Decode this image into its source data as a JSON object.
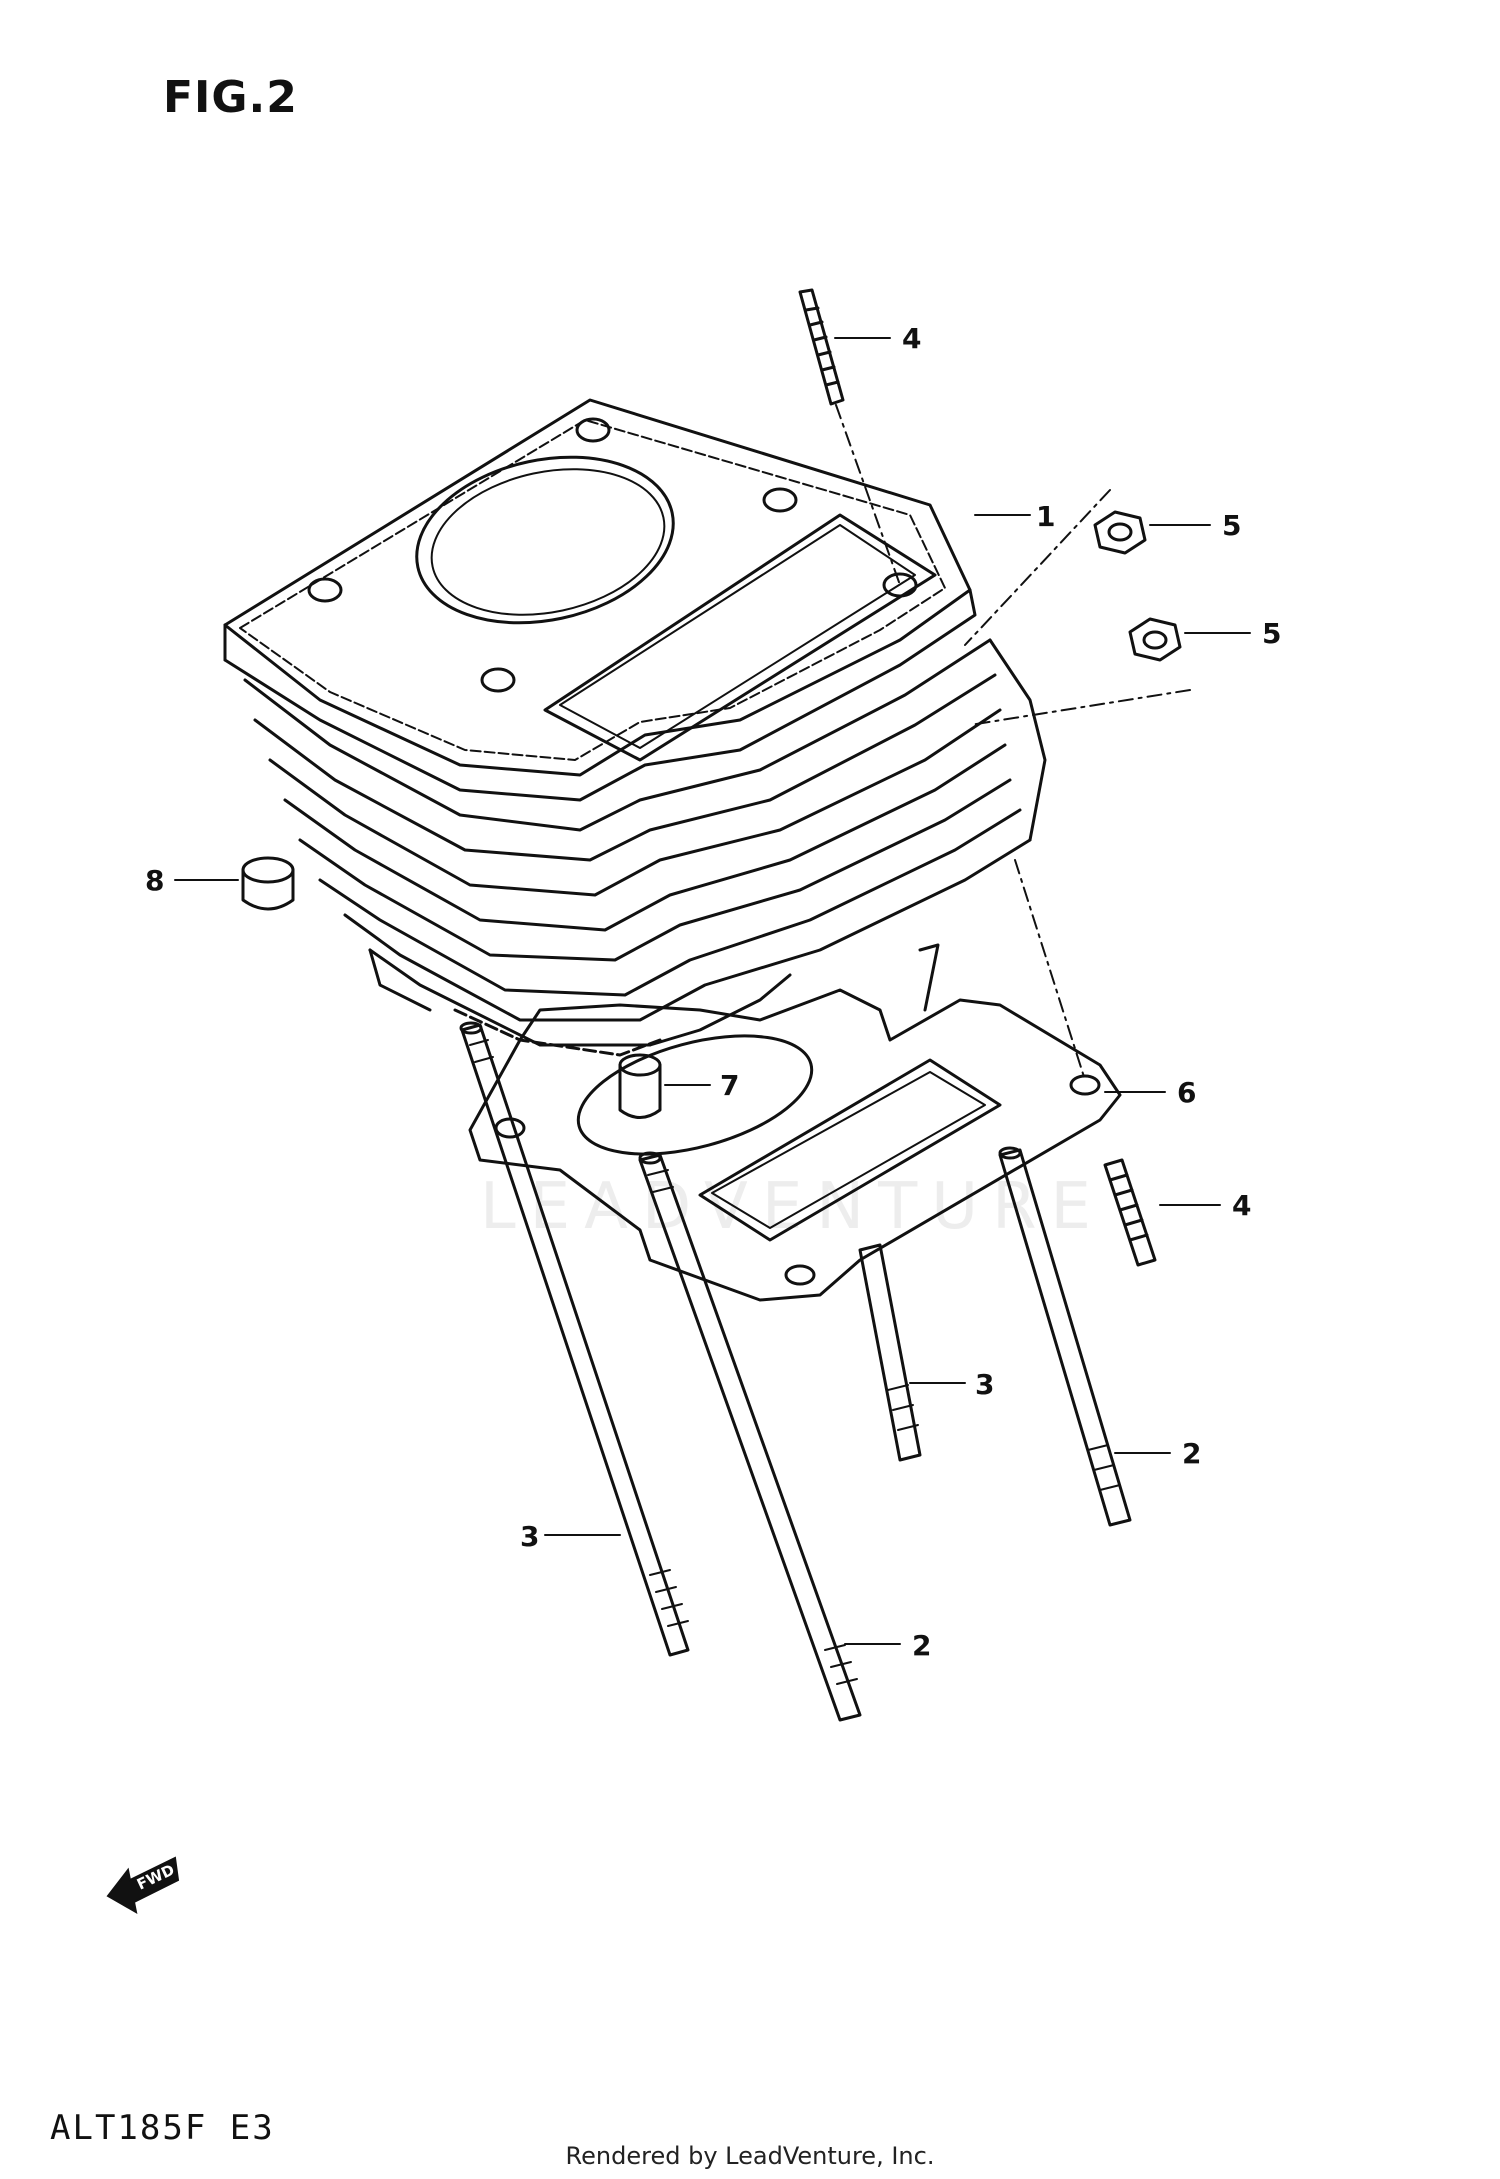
{
  "figure": {
    "title": "FIG.2"
  },
  "watermark": "LEADVENTURE",
  "fwd_label": "FWD",
  "model_code": "ALT185F E3",
  "footer": "Rendered by LeadVenture, Inc.",
  "callouts": {
    "c1": "1",
    "c2a": "2",
    "c2b": "2",
    "c3a": "3",
    "c3b": "3",
    "c4a": "4",
    "c4b": "4",
    "c5a": "5",
    "c5b": "5",
    "c6": "6",
    "c7": "7",
    "c8": "8"
  }
}
